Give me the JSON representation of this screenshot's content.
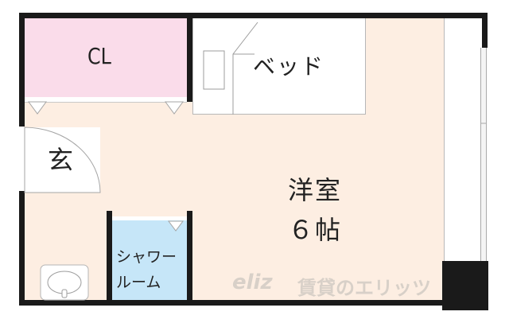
{
  "floor_plan": {
    "rooms": {
      "closet": {
        "label": "CL",
        "color": "#fadcea"
      },
      "bed": {
        "label": "ベッド"
      },
      "entrance": {
        "label": "玄"
      },
      "western_room": {
        "label_line1": "洋室",
        "label_line2": "６帖",
        "color": "#fdeee2"
      },
      "shower_room": {
        "label_line1": "シャワー",
        "label_line2": "ルーム",
        "color": "#c6e6f8"
      }
    },
    "fixtures": [
      "washbasin",
      "bed",
      "closet",
      "balcony"
    ],
    "wall_color": "#1a1a1a"
  },
  "watermark": {
    "logo": "eliz",
    "text": "賃貸のエリッツ"
  }
}
